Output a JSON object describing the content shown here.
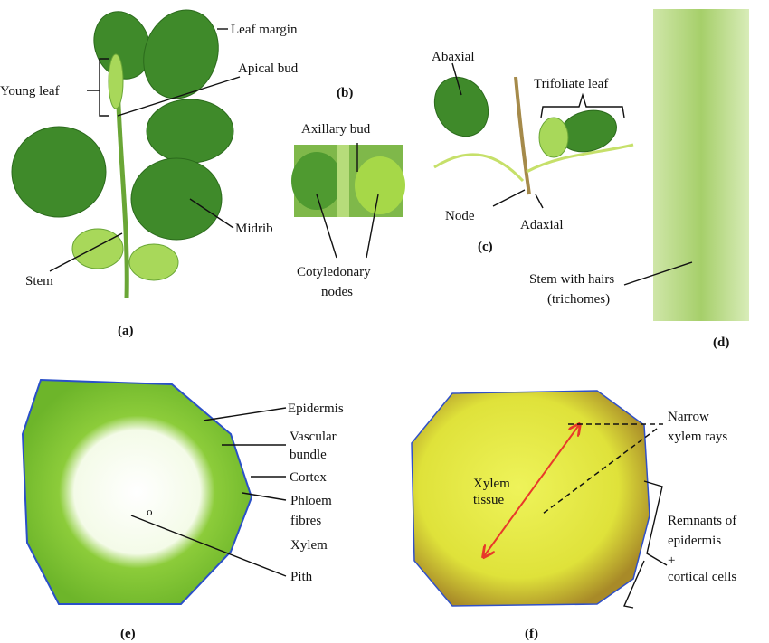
{
  "panels": {
    "a": {
      "tag": "(a)",
      "labels": {
        "leaf_margin": "Leaf margin",
        "young_leaf": "Young leaf",
        "apical_bud": "Apical bud",
        "midrib": "Midrib",
        "stem": "Stem"
      }
    },
    "b": {
      "tag": "(b)",
      "labels": {
        "axillary_bud": "Axillary bud",
        "cotyledonary_1": "Cotyledonary",
        "cotyledonary_2": "nodes"
      }
    },
    "c": {
      "tag": "(c)",
      "labels": {
        "abaxial": "Abaxial",
        "trifoliate": "Trifoliate leaf",
        "node": "Node",
        "adaxial": "Adaxial"
      }
    },
    "d": {
      "tag": "(d)",
      "labels": {
        "stem_hairs_1": "Stem with hairs",
        "stem_hairs_2": "(trichomes)"
      }
    },
    "e": {
      "tag": "(e)",
      "labels": {
        "epidermis": "Epidermis",
        "vascular_1": "Vascular",
        "vascular_2": "bundle",
        "cortex": "Cortex",
        "phloem_1": "Phloem",
        "phloem_2": "fibres",
        "xylem": "Xylem",
        "pith": "Pith",
        "center_mark": "o"
      }
    },
    "f": {
      "tag": "(f)",
      "labels": {
        "narrow_1": "Narrow",
        "narrow_2": "xylem rays",
        "xylem_1": "Xylem",
        "xylem_2": "tissue",
        "remnants_1": "Remnants of",
        "remnants_2": "epidermis",
        "plus": "+",
        "cortical": "cortical cells"
      }
    }
  },
  "colors": {
    "leaf_dark": "#3f8a2a",
    "leaf_light": "#a8d85a",
    "arrow": "#e8392a",
    "disc": "#e4ea3c"
  }
}
